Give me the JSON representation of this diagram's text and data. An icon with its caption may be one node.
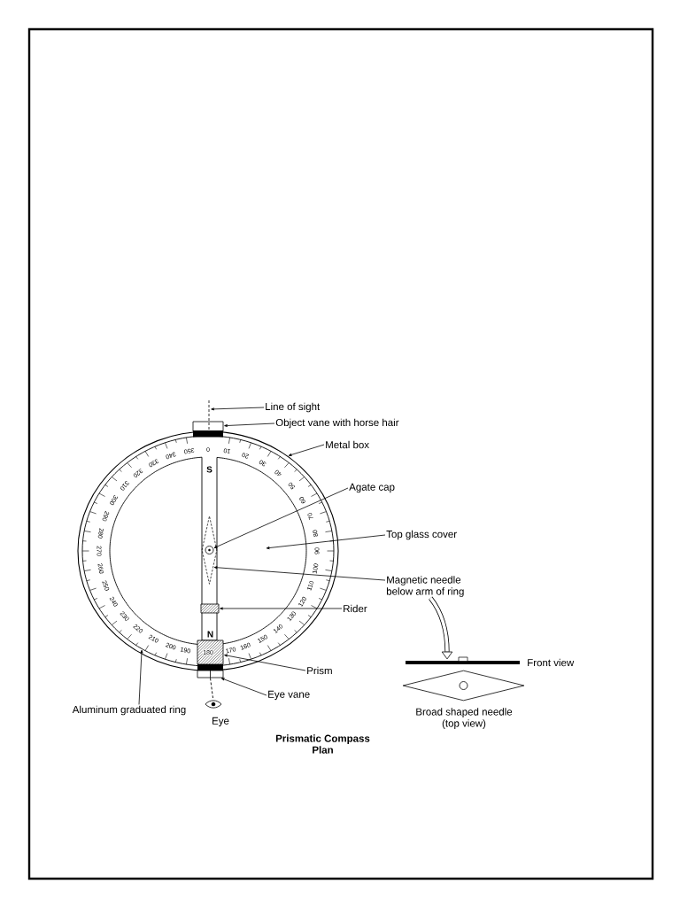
{
  "diagram": {
    "caption": "Prismatic Compass Plan",
    "nodes": [
      {
        "text": [
          "Line of sight"
        ]
      },
      {
        "text": [
          "Object vane with horse hair"
        ]
      },
      {
        "text": [
          "Metal box"
        ]
      },
      {
        "text": [
          "Agate cap"
        ]
      },
      {
        "text": [
          "Top glass cover"
        ]
      },
      {
        "text": [
          "Magnetic needle below arm of ring"
        ]
      },
      {
        "text": [
          "Rider"
        ]
      },
      {
        "text": [
          "Prism"
        ]
      },
      {
        "text": [
          "Eye vane"
        ]
      },
      {
        "text": [
          "Aluminum graduated ring"
        ]
      },
      {
        "text": [],
        "shape": "box"
      },
      {
        "text": [],
        "shape": "circle"
      },
      {
        "text": [],
        "shape": "circle",
        "in": 11
      },
      {
        "text": [],
        "shape": "circle",
        "in": 12
      },
      {
        "text": [],
        "shape": "diamond",
        "in": 13
      },
      {
        "text": [],
        "shape": "circle",
        "in": 14
      },
      {
        "text": [],
        "shape": "box",
        "in": 13
      },
      {
        "text": [],
        "shape": "box",
        "in": 12
      },
      {
        "text": [],
        "shape": "box"
      },
      {
        "text": [],
        "shape": "bar",
        "beside": [
          "Front view"
        ]
      },
      {
        "text": [],
        "shape": "diamond",
        "beside": [
          "Broad shaped needle (top view)"
        ]
      }
    ],
    "edges": [
      {
        "from": 0,
        "to": null,
        "arrow": "to"
      },
      {
        "from": 1,
        "to": 10,
        "arrow": "to"
      },
      {
        "from": 2,
        "to": 11,
        "arrow": "to"
      },
      {
        "from": 3,
        "to": 15,
        "arrow": "to"
      },
      {
        "from": 4,
        "to": 13,
        "arrow": "to"
      },
      {
        "from": 5,
        "to": 14,
        "arrow": "to"
      },
      {
        "from": 6,
        "to": 16,
        "arrow": "to"
      },
      {
        "from": 7,
        "to": 17,
        "arrow": "to"
      },
      {
        "from": 8,
        "to": 18,
        "arrow": "to"
      },
      {
        "from": 9,
        "to": 12,
        "arrow": "to"
      },
      {
        "from": 5,
        "to": 19,
        "arrow": "to",
        "style": "thick"
      }
    ],
    "labels": [
      "0",
      "10",
      "20",
      "30",
      "40",
      "50",
      "60",
      "70",
      "80",
      "90",
      "100",
      "110",
      "120",
      "130",
      "140",
      "150",
      "160",
      "170",
      "180",
      "190",
      "200",
      "210",
      "220",
      "230",
      "240",
      "250",
      "260",
      "270",
      "280",
      "290",
      "300",
      "310",
      "320",
      "330",
      "340",
      "350",
      "S",
      "N",
      "Eye"
    ]
  }
}
